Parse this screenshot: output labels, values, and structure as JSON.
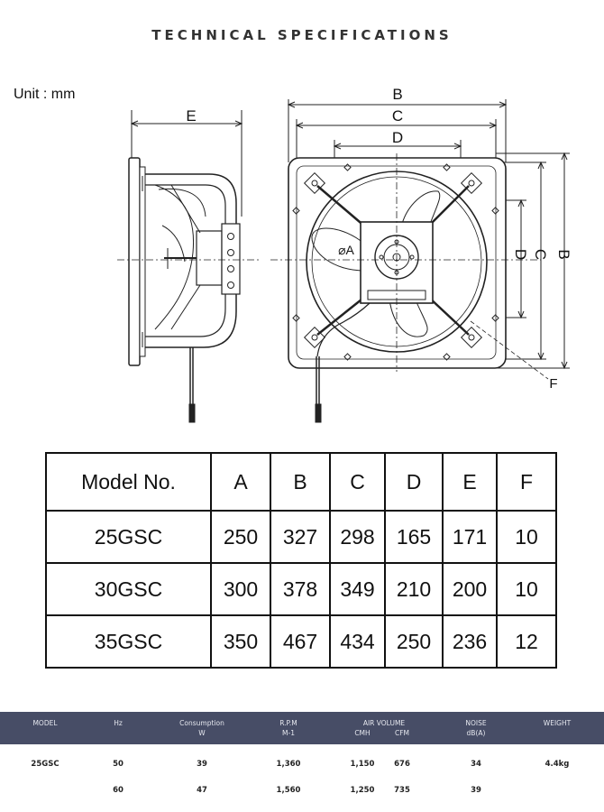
{
  "header": {
    "title": "TECHNICAL SPECIFICATIONS"
  },
  "drawing": {
    "unit": "Unit : mm",
    "labels": {
      "A": "A",
      "B": "B",
      "C": "C",
      "D": "D",
      "E": "E",
      "F": "F",
      "dia_a": "⌀A"
    }
  },
  "dimensions_table": {
    "headers": [
      "Model No.",
      "A",
      "B",
      "C",
      "D",
      "E",
      "F"
    ],
    "rows": [
      [
        "25GSC",
        "250",
        "327",
        "298",
        "165",
        "171",
        "10"
      ],
      [
        "30GSC",
        "300",
        "378",
        "349",
        "210",
        "200",
        "10"
      ],
      [
        "35GSC",
        "350",
        "467",
        "434",
        "250",
        "236",
        "12"
      ]
    ]
  },
  "spec_table": {
    "headers": {
      "model": "MODEL",
      "hz": "Hz",
      "consumption": "Consumption",
      "consumption_unit": "W",
      "rpm": "R.P.M",
      "rpm_unit": "M-1",
      "air_volume": "AIR VOLUME",
      "cmh": "CMH",
      "cfm": "CFM",
      "noise": "NOISE",
      "noise_unit": "dB(A)",
      "weight": "WEIGHT"
    },
    "rows": [
      {
        "model": "25GSC",
        "hz": "50",
        "consumption": "39",
        "rpm": "1,360",
        "cmh": "1,150",
        "cfm": "676",
        "noise": "34",
        "weight": "4.4kg"
      },
      {
        "model": "",
        "hz": "60",
        "consumption": "47",
        "rpm": "1,560",
        "cmh": "1,250",
        "cfm": "735",
        "noise": "39",
        "weight": ""
      }
    ]
  }
}
